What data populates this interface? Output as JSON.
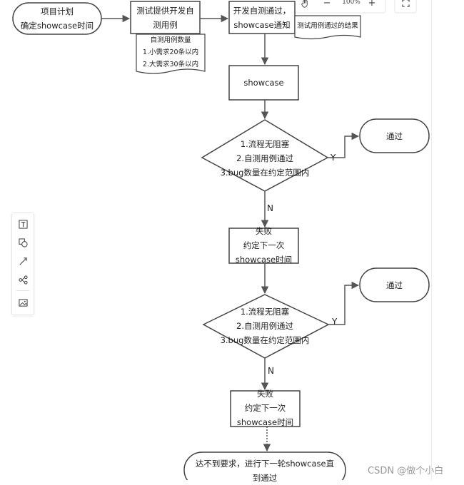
{
  "toolbar": {
    "hand_icon": "hand-icon",
    "zoom_out": "−",
    "zoom_level": "100%",
    "zoom_in": "+",
    "fit_icon": "fullscreen-icon"
  },
  "left_tools": [
    "text-tool-icon",
    "shape-tool-icon",
    "line-tool-icon",
    "mindmap-tool-icon",
    "image-tool-icon"
  ],
  "nodes": {
    "start": [
      "项目计划",
      "确定showcase时间"
    ],
    "test_provide": [
      "测试提供开发自",
      "测用例"
    ],
    "dev_selftest": [
      "开发自测通过，",
      "showcase通知"
    ],
    "doc_self_cases": [
      "自测用例数量",
      "1.小需求20条以内",
      "2.大需求30条以内"
    ],
    "doc_result": [
      "测试用例通过的结果"
    ],
    "showcase": [
      "showcase"
    ],
    "decision1": [
      "1.流程无阻塞",
      "2.自测用例通过",
      "3.bug数量在约定范围内"
    ],
    "pass1": [
      "通过"
    ],
    "fail1": [
      "失败",
      "约定下一次",
      "showcase时间"
    ],
    "decision2": [
      "1.流程无阻塞",
      "2.自测用例通过",
      "3.bug数量在约定范围内"
    ],
    "pass2": [
      "通过"
    ],
    "fail2": [
      "失败",
      "约定下一次",
      "showcase时间"
    ],
    "end": [
      "达不到要求，进行下一轮showcase直",
      "到通过"
    ]
  },
  "edge_labels": {
    "y1": "Y",
    "n1": "N",
    "y2": "Y",
    "n2": "N"
  },
  "watermark": "CSDN @做个小白"
}
